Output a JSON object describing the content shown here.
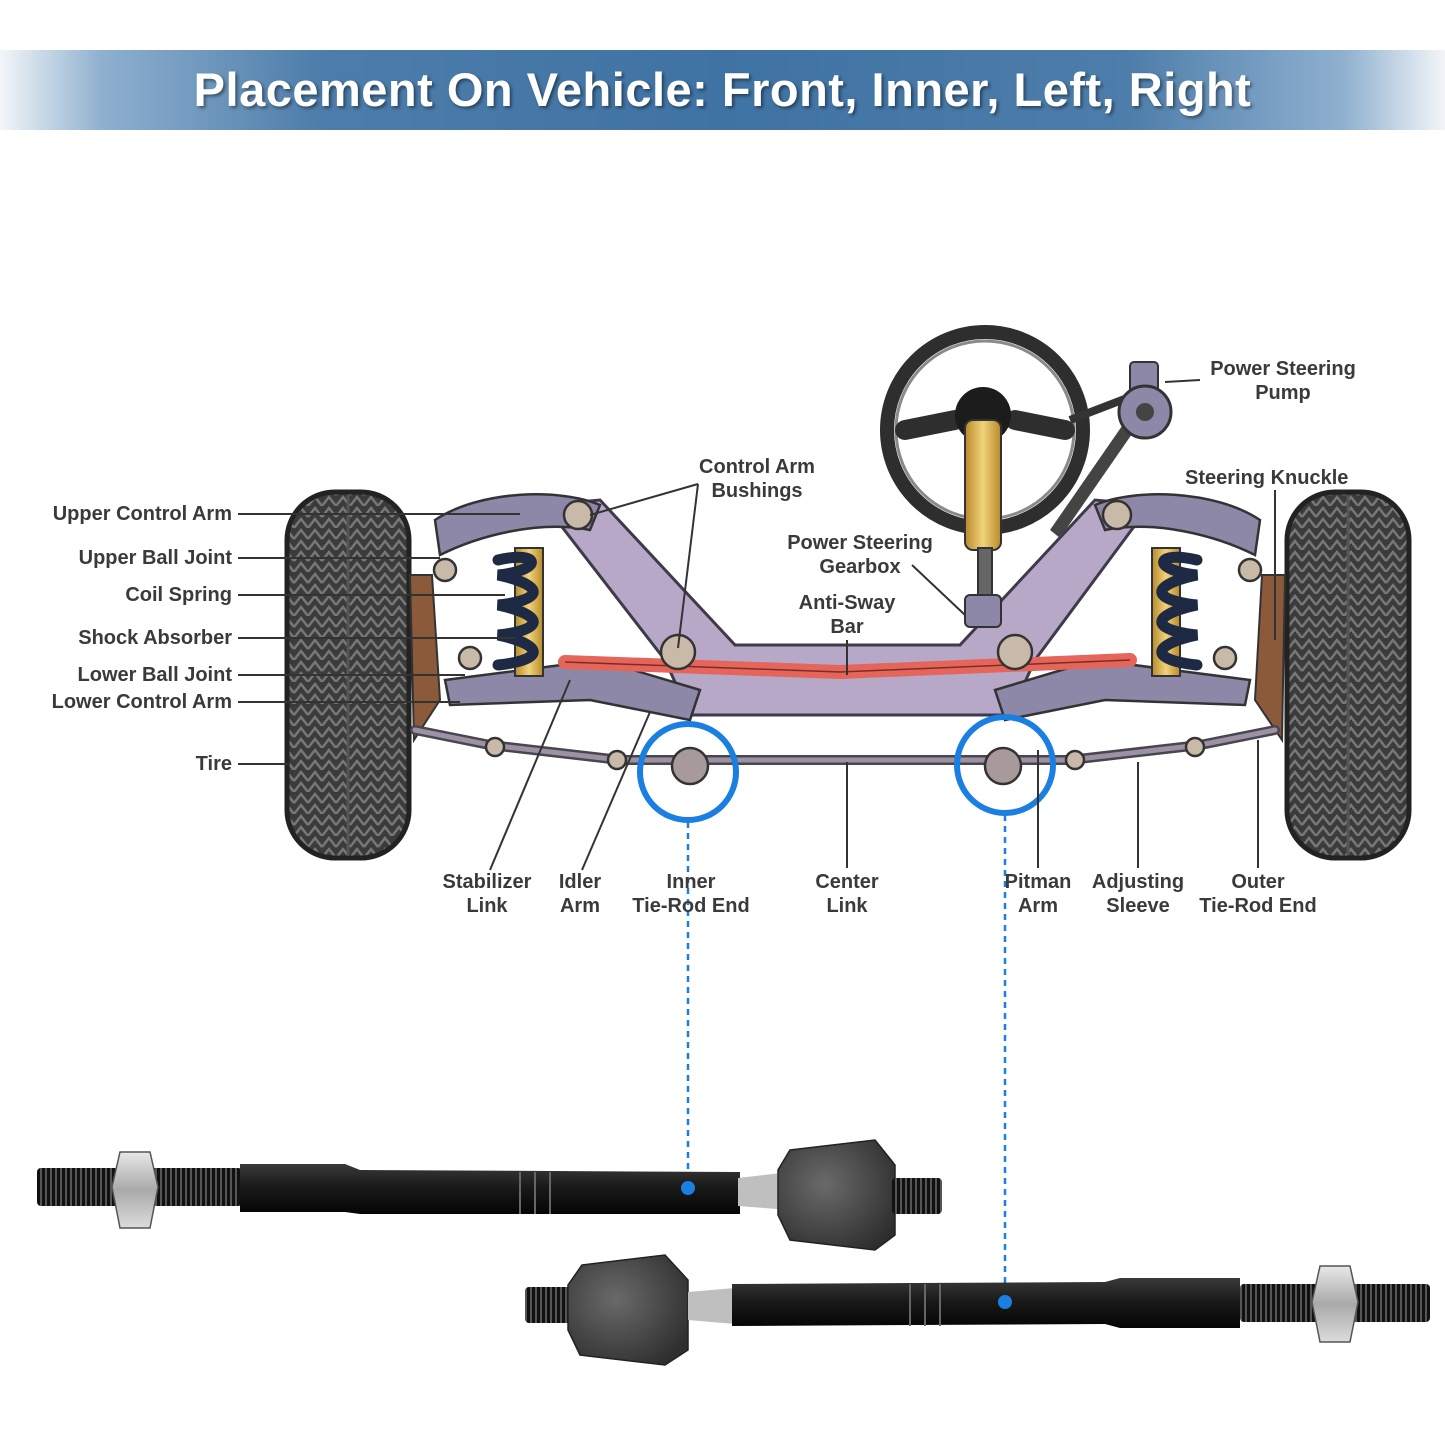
{
  "banner": {
    "title": "Placement On Vehicle: Front, Inner, Left, Right"
  },
  "labels": {
    "upper_control_arm": "Upper Control Arm",
    "upper_ball_joint": "Upper Ball Joint",
    "coil_spring": "Coil Spring",
    "shock_absorber": "Shock Absorber",
    "lower_ball_joint": "Lower Ball Joint",
    "lower_control_arm": "Lower Control Arm",
    "tire": "Tire",
    "control_arm_bushings": [
      "Control Arm",
      "Bushings"
    ],
    "power_steering_gearbox": [
      "Power Steering",
      "Gearbox"
    ],
    "anti_sway_bar": [
      "Anti-Sway",
      "Bar"
    ],
    "power_steering_pump": [
      "Power Steering",
      "Pump"
    ],
    "steering_knuckle": "Steering Knuckle",
    "stabilizer_link": [
      "Stabilizer",
      "Link"
    ],
    "idler_arm": [
      "Idler",
      "Arm"
    ],
    "inner_tie_rod_end": [
      "Inner",
      "Tie-Rod End"
    ],
    "center_link": [
      "Center",
      "Link"
    ],
    "pitman_arm": [
      "Pitman",
      "Arm"
    ],
    "adjusting_sleeve": [
      "Adjusting",
      "Sleeve"
    ],
    "outer_tie_rod_end": [
      "Outer",
      "Tie-Rod End"
    ]
  },
  "colors": {
    "banner": "#3f73a4",
    "highlight_circle": "#1a7fe0",
    "frame": "#b7a8c8",
    "sway_bar": "#e5655a",
    "label_text": "#3a3a3a"
  }
}
